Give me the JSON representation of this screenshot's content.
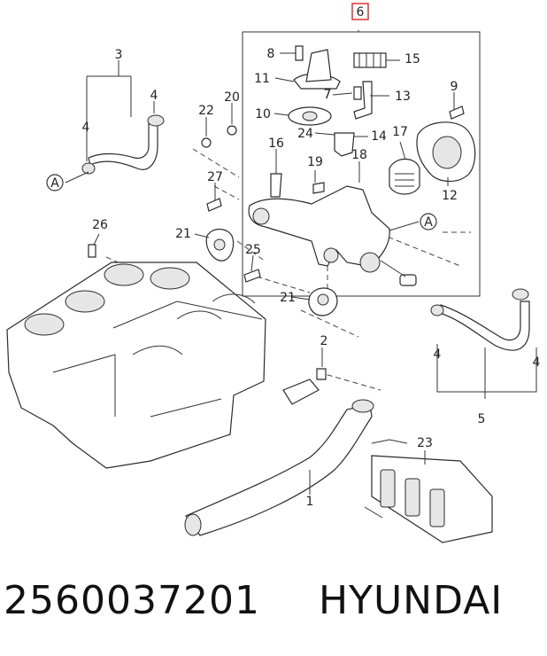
{
  "callouts": {
    "c1": "1",
    "c2": "2",
    "c3": "3",
    "c4a": "4",
    "c4b": "4",
    "c4c": "4",
    "c4d": "4",
    "c5": "5",
    "c6": "6",
    "c7": "7",
    "c8": "8",
    "c9": "9",
    "c10": "10",
    "c11": "11",
    "c12": "12",
    "c13": "13",
    "c14": "14",
    "c15": "15",
    "c16": "16",
    "c17": "17",
    "c18": "18",
    "c19": "19",
    "c20": "20",
    "c21a": "21",
    "c21b": "21",
    "c22": "22",
    "c23": "23",
    "c24": "24",
    "c25": "25",
    "c26": "26",
    "c27": "27",
    "refA1": "A",
    "refA2": "A"
  },
  "footer": {
    "part_number": "2560037201",
    "brand": "HYUNDAI"
  },
  "colors": {
    "highlight_box": "#e03030",
    "line": "#333333"
  }
}
